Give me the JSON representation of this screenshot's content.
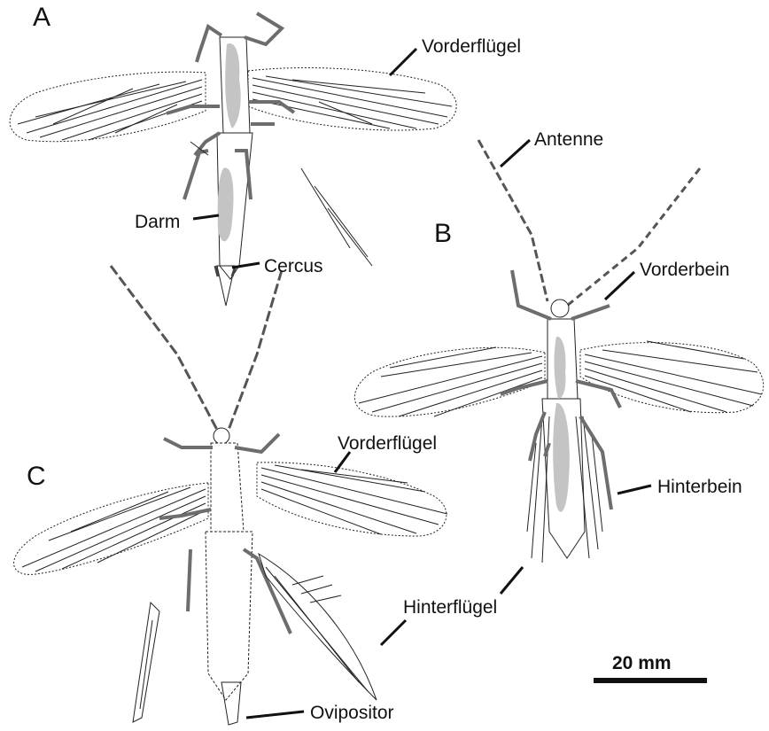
{
  "panels": {
    "a": "A",
    "b": "B",
    "c": "C"
  },
  "labels": {
    "vorderfluegel_a": "Vorderflügel",
    "darm": "Darm",
    "cercus": "Cercus",
    "antenne": "Antenne",
    "vorderbein": "Vorderbein",
    "vorderfluegel_c": "Vorderflügel",
    "hinterbein": "Hinterbein",
    "hinterfluegel": "Hinterflügel",
    "ovipositor": "Ovipositor"
  },
  "scale_bar": {
    "label": "20 mm"
  },
  "colors": {
    "ink": "#111111",
    "gut": "#c4c4c4",
    "leg": "#6d6d6d"
  }
}
